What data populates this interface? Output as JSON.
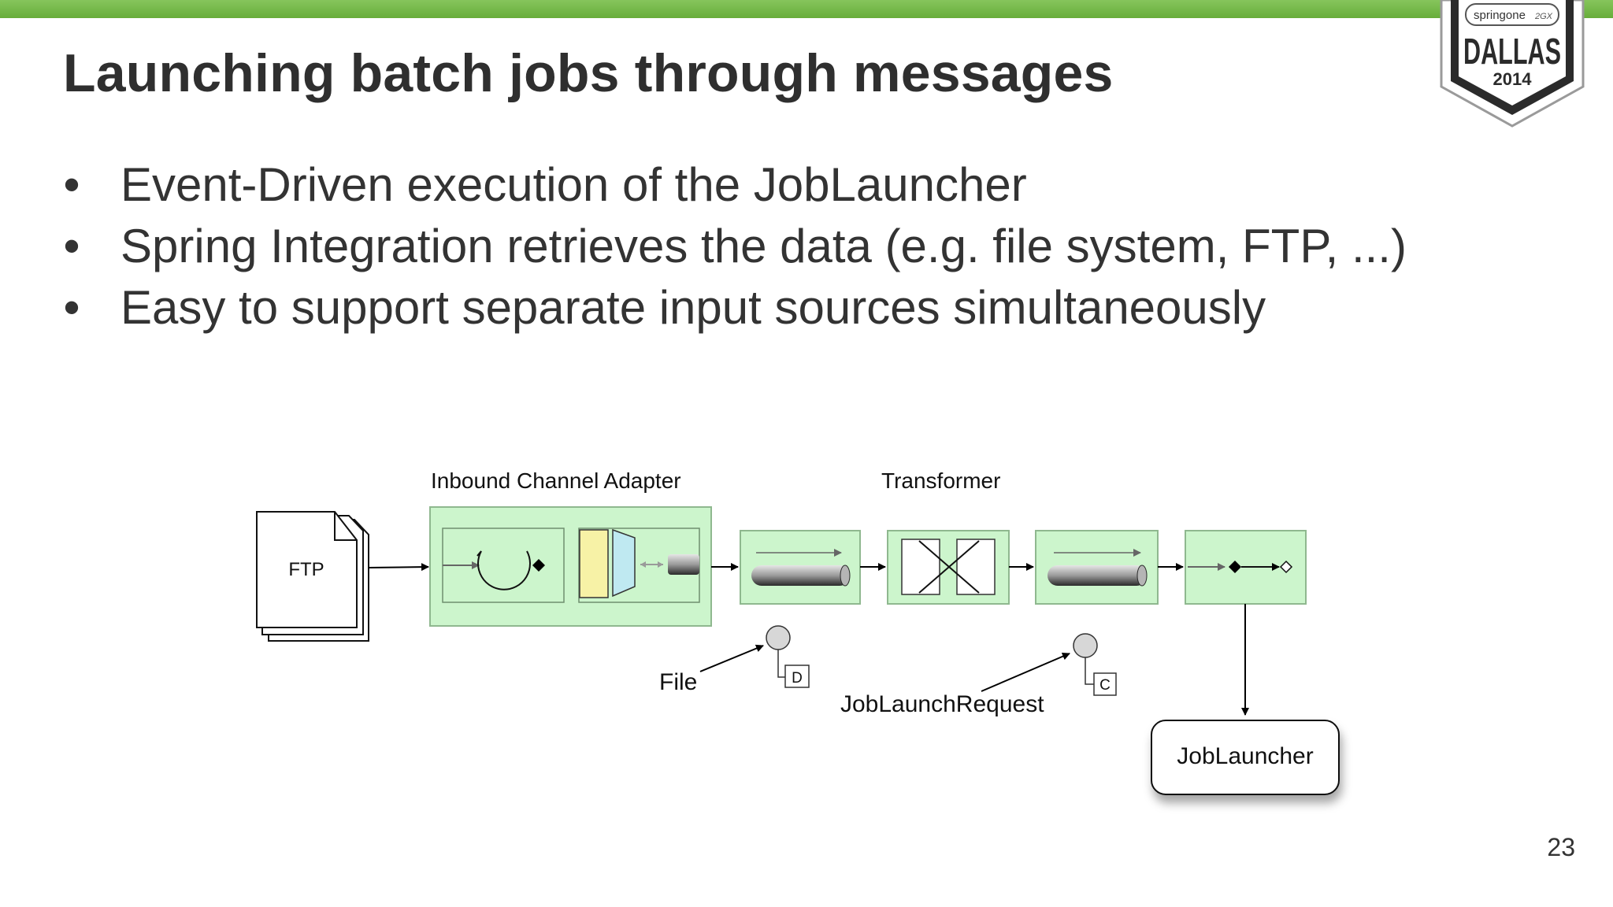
{
  "slide": {
    "title": "Launching batch jobs through messages",
    "bullets": [
      "Event-Driven execution of the JobLauncher",
      "Spring Integration retrieves the data (e.g. file system, FTP, ...)",
      "Easy to support separate input sources simultaneously"
    ],
    "page_number": "23"
  },
  "badge": {
    "brand": "springone",
    "brand_mark": "2GX",
    "city": "DALLAS",
    "year": "2014"
  },
  "diagram": {
    "source_label": "FTP",
    "adapter_label": "Inbound Channel Adapter",
    "transformer_label": "Transformer",
    "file_label": "File",
    "file_marker": "D",
    "request_label": "JobLaunchRequest",
    "request_marker": "C",
    "launcher_label": "JobLauncher"
  },
  "colors": {
    "accent_green": "#6db33f",
    "component_fill": "#ccf5cc",
    "component_stroke": "#8fb88f",
    "text_dark": "#333333"
  }
}
